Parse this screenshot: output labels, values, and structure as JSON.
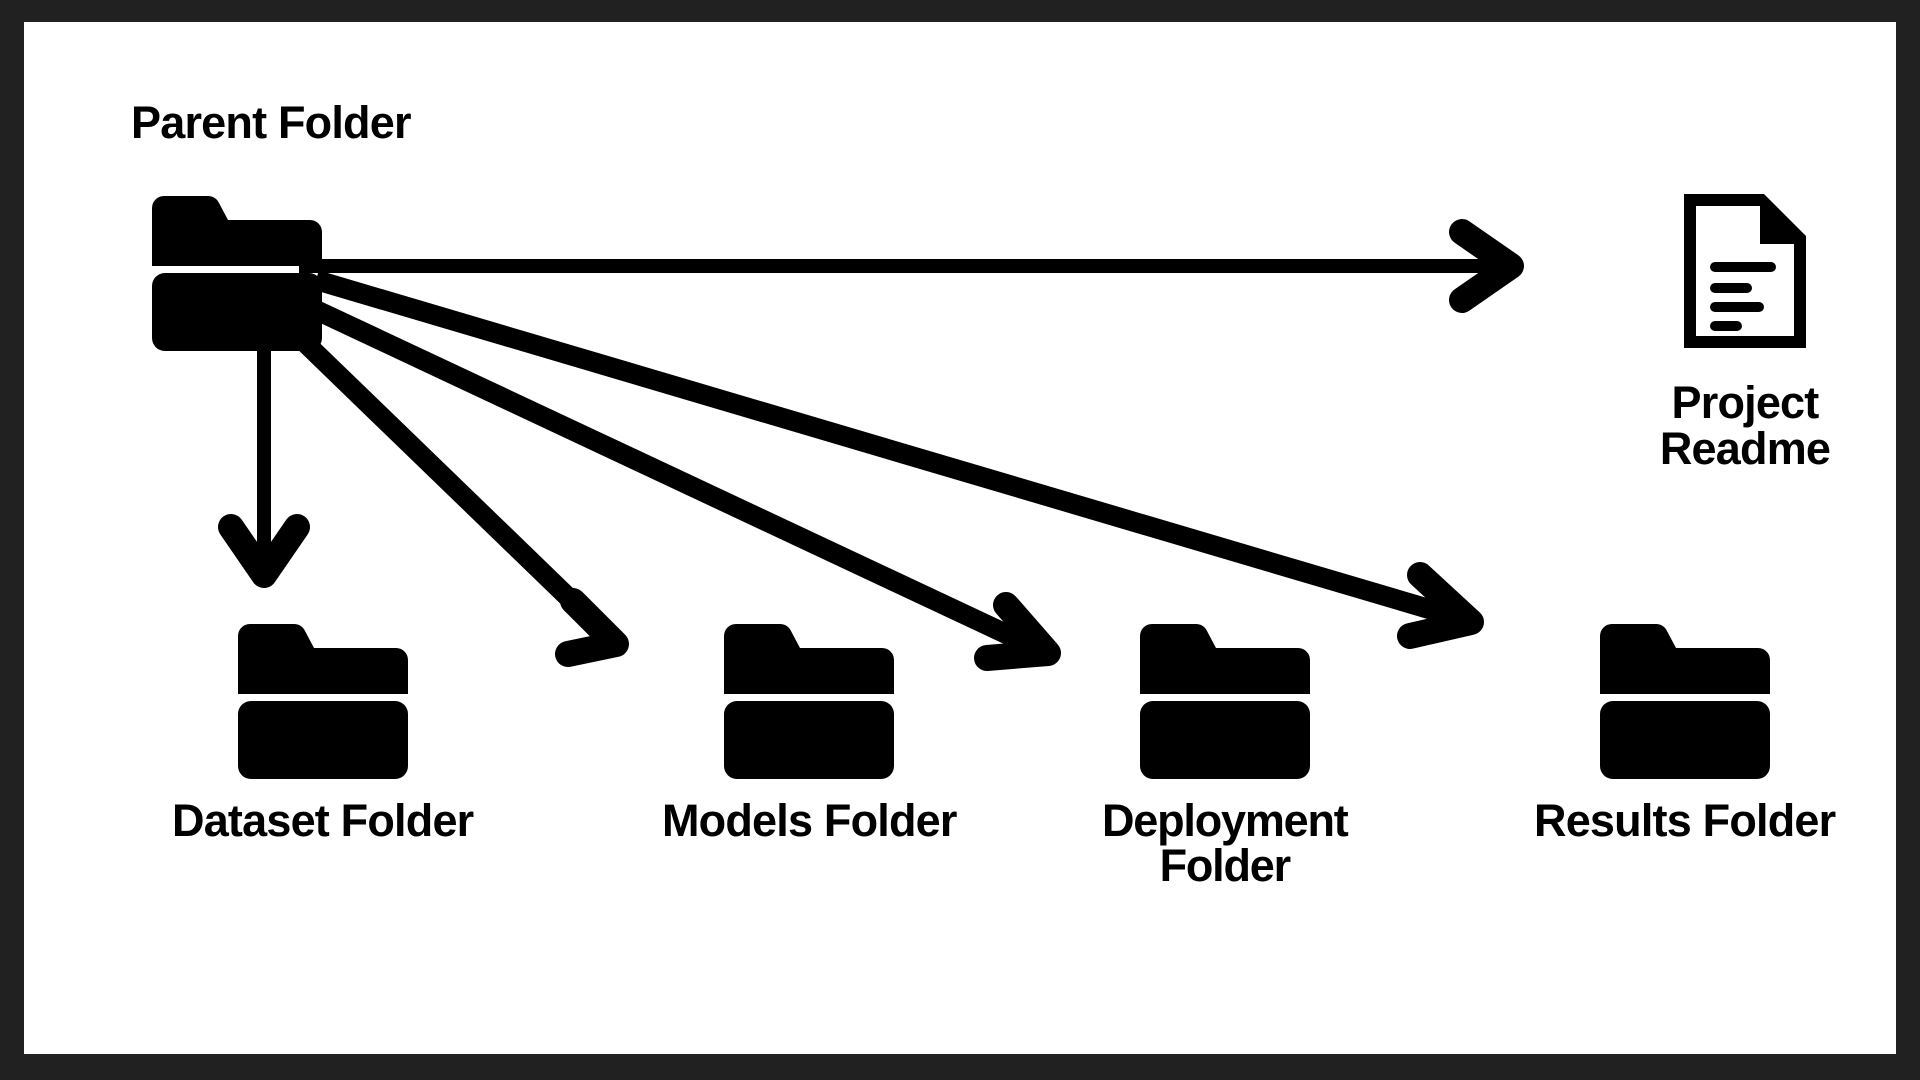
{
  "diagram": {
    "title": "Parent Folder",
    "frame_color": "#212121",
    "canvas_color": "#ffffff",
    "ink_color": "#000000",
    "nodes": [
      {
        "id": "parent",
        "label": "Parent Folder",
        "icon": "folder-icon",
        "role": "root"
      },
      {
        "id": "readme",
        "label": "Project Readme",
        "icon": "document-icon",
        "role": "file"
      },
      {
        "id": "dataset",
        "label": "Dataset Folder",
        "icon": "folder-icon",
        "role": "child"
      },
      {
        "id": "models",
        "label": "Models Folder",
        "icon": "folder-icon",
        "role": "child"
      },
      {
        "id": "deployment",
        "label": "Deployment\nFolder",
        "icon": "folder-icon",
        "role": "child"
      },
      {
        "id": "results",
        "label": "Results Folder",
        "icon": "folder-icon",
        "role": "child"
      }
    ],
    "edges": [
      {
        "id": "parent-to-readme",
        "from": "parent",
        "to": "readme",
        "style": "straight-horizontal",
        "arrowhead": "chevron"
      },
      {
        "id": "parent-to-dataset",
        "from": "parent",
        "to": "dataset",
        "style": "straight-vertical",
        "arrowhead": "chevron"
      },
      {
        "id": "parent-to-models",
        "from": "parent",
        "to": "models",
        "style": "diagonal",
        "arrowhead": "chevron"
      },
      {
        "id": "parent-to-deployment",
        "from": "parent",
        "to": "deployment",
        "style": "diagonal",
        "arrowhead": "chevron"
      },
      {
        "id": "parent-to-results",
        "from": "parent",
        "to": "results",
        "style": "diagonal",
        "arrowhead": "chevron"
      }
    ]
  }
}
